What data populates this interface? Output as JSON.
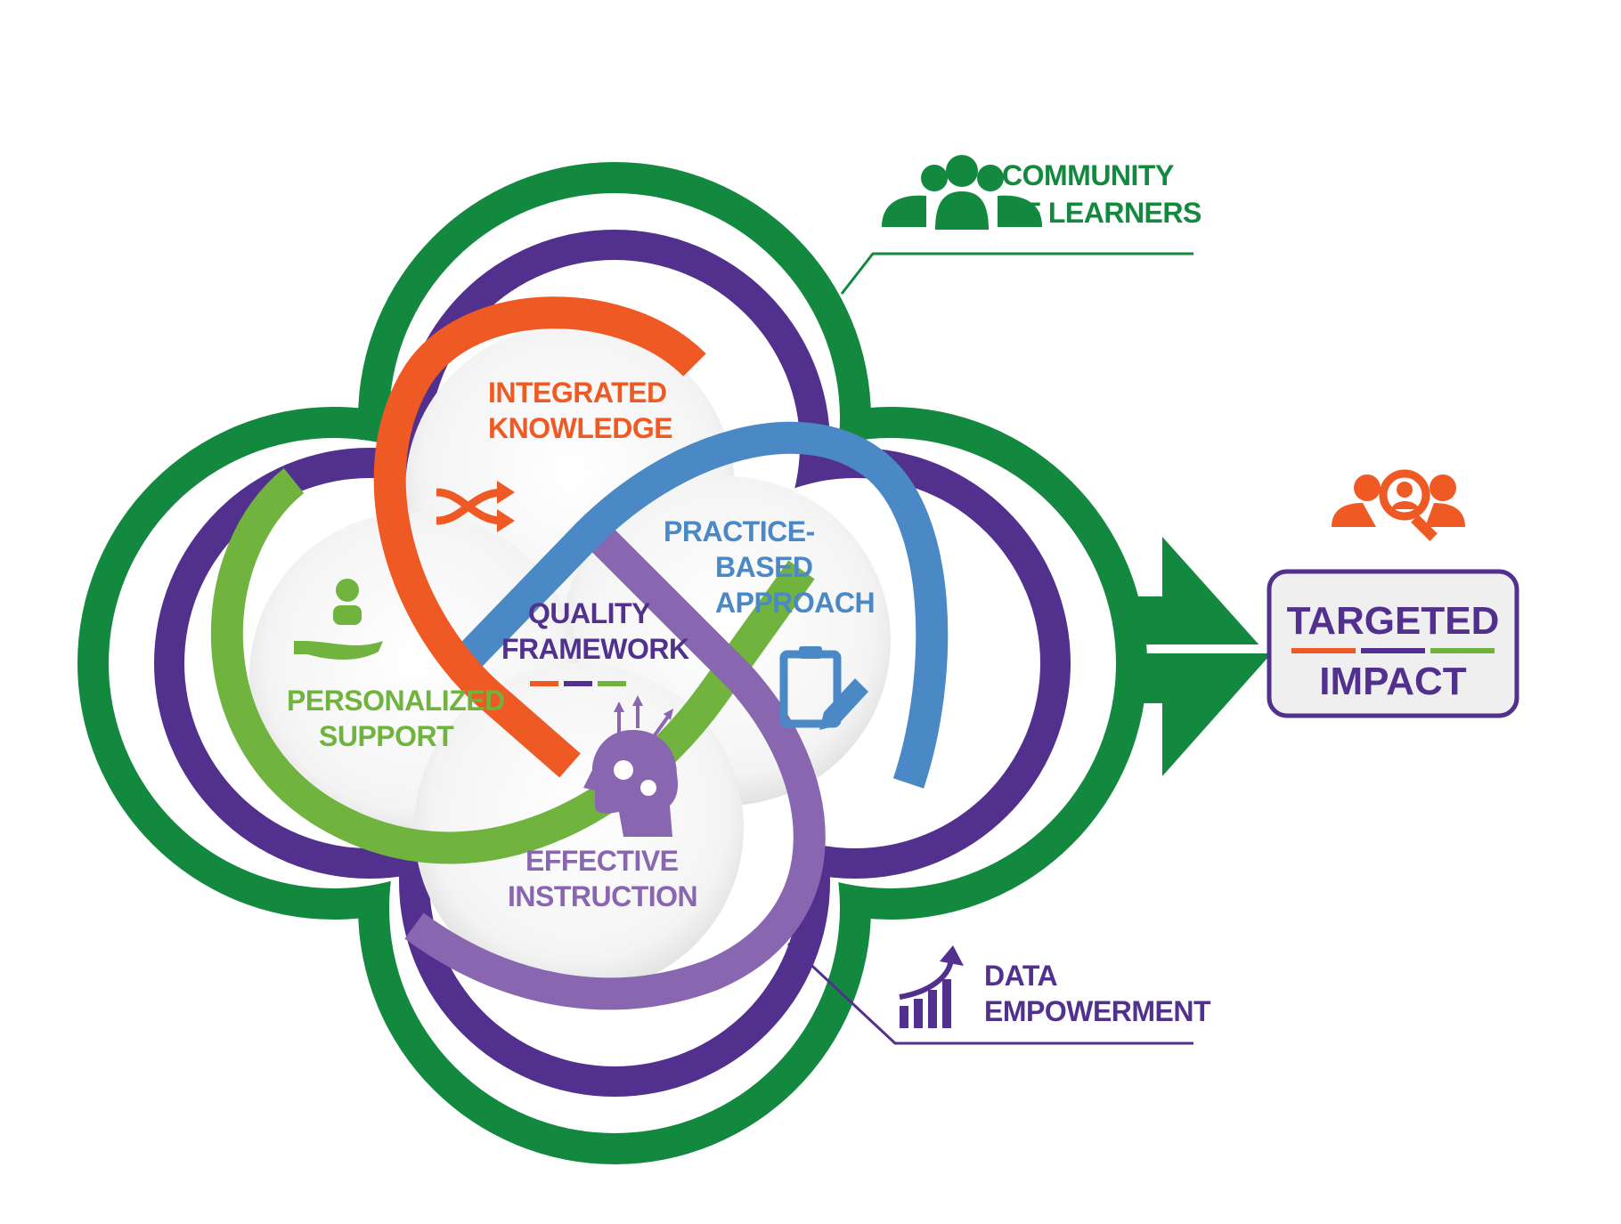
{
  "colors": {
    "green": "#13893f",
    "purple": "#51308e",
    "orange": "#ef5a24",
    "blue": "#4b88c6",
    "lightgreen": "#71b33f",
    "lavender": "#8966b0",
    "bubble": "#ececec"
  },
  "nodes": {
    "integrated_knowledge": {
      "line1": "INTEGRATED",
      "line2": "KNOWLEDGE",
      "icon": "shuffle-icon"
    },
    "practice_based": {
      "line1": "PRACTICE-",
      "line2": "BASED",
      "line3": "APPROACH",
      "icon": "clipboard-pencil-icon"
    },
    "personalized_support": {
      "line1": "PERSONALIZED",
      "line2": "SUPPORT",
      "icon": "hand-person-icon"
    },
    "effective_instruction": {
      "line1": "EFFECTIVE",
      "line2": "INSTRUCTION",
      "icon": "brain-gears-icon"
    },
    "quality_framework": {
      "line1": "QUALITY",
      "line2": "FRAMEWORK"
    }
  },
  "callouts": {
    "community": {
      "line1": "COMMUNITY",
      "line2": "OF LEARNERS",
      "icon": "people-group-icon"
    },
    "data": {
      "line1": "DATA",
      "line2": "EMPOWERMENT",
      "icon": "growth-chart-icon"
    }
  },
  "outcome": {
    "line1": "TARGETED",
    "line2": "IMPACT",
    "icon": "people-search-icon"
  }
}
